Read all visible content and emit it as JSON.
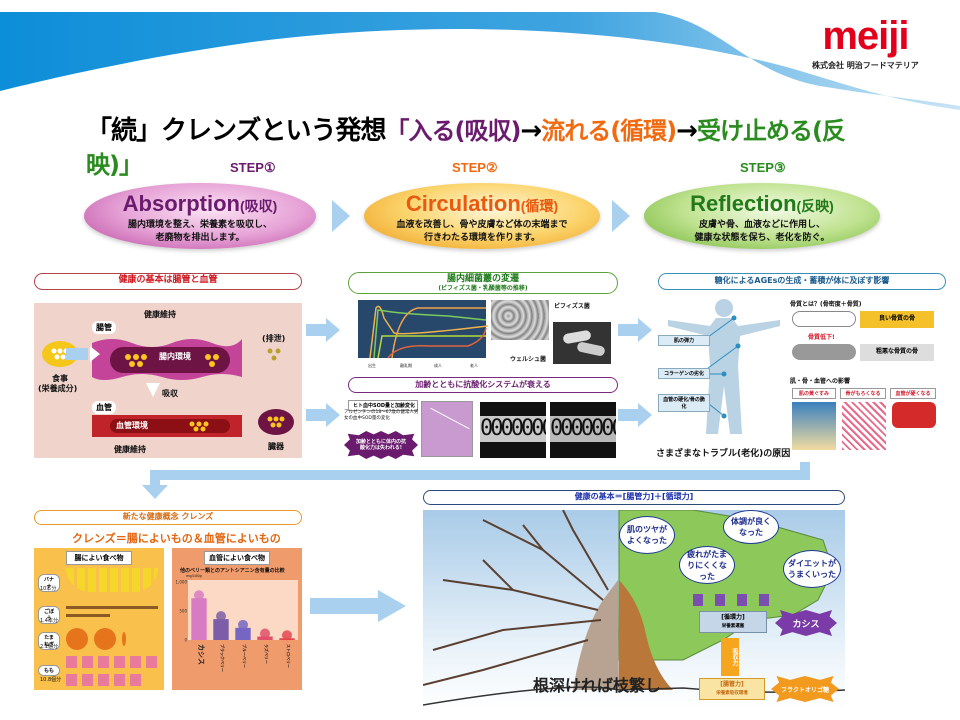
{
  "header": {
    "brand": "meiji",
    "company": "株式会社 明治フードマテリア",
    "title_part1": "「続」クレンズという発想",
    "title_part2": "「入る(吸収)",
    "arrow": "→",
    "title_part3": "流れる(循環)",
    "title_part4": "受け止める(反映)」",
    "colors": {
      "purple": "#6a1b6e",
      "orange": "#f26a10",
      "green": "#2a8c1e",
      "brand_red": "#e3001b"
    }
  },
  "steps": [
    {
      "label": "STEP①",
      "heading": "Absorption",
      "heading_jp": "(吸収)",
      "desc_line1": "腸内環境を整え、栄養素を吸収し、",
      "desc_line2": "老廃物を排出します。",
      "color": "#c450a8"
    },
    {
      "label": "STEP②",
      "heading": "Circulation",
      "heading_jp": "(循環)",
      "desc_line1": "血液を改善し、骨や皮膚など体の末端まで",
      "desc_line2": "行きわたる環境を作ります。",
      "color": "#f0a020"
    },
    {
      "label": "STEP③",
      "heading": "Reflection",
      "heading_jp": "(反映)",
      "desc_line1": "皮膚や骨、血液などに作用し、",
      "desc_line2": "健康な状態を保ち、老化を防ぐ。",
      "color": "#7cc242"
    }
  ],
  "panel_gut": {
    "title": "健康の基本は腸管と血管",
    "intestine_tag": "腸管",
    "blood_tag": "血管",
    "gut_env": "腸内環境",
    "blood_env": "血管環境",
    "food": "食事",
    "food_sub": "(栄養成分)",
    "absorb": "吸収",
    "top_label": "健康維持",
    "bottom_label": "健康維持",
    "excrete": "(排泄)",
    "organ": "臓器"
  },
  "panel_bacteria": {
    "title": "腸内細菌叢の変遷",
    "subtitle": "(ビフィズス菌・乳酸菌等の推移)",
    "bifido": "ビフィズス菌",
    "lacto": "ウェルシュ菌",
    "x_ticks": [
      "出生",
      "離乳期",
      "成人",
      "老人"
    ]
  },
  "panel_aging": {
    "title": "加齢とともに抗酸化システムが衰える",
    "box": "ヒト血中SOD量と加齢変化",
    "box_sub": "アルゼンチンの18〜67歳の健常人男女の血中SOD量の変化",
    "burst": "加齢とともに体内の抗酸化力は失われる!"
  },
  "panel_age": {
    "title": "糖化によるAGEsの生成・蓄積が体に及ぼす影響",
    "labels": [
      "肌の弾力",
      "コラーゲンの劣化",
      "血管の硬化/骨の脆化"
    ],
    "caption": "さまざまなトラブル(老化)の原因",
    "bone_title": "骨質とは？(骨密度＋骨質)",
    "bone_good": "良い骨質の骨",
    "bone_bad": "粗悪な骨質の骨",
    "bone_down": "骨質低下!",
    "skin_title": "肌・骨・血管への影響",
    "effects": [
      "肌の黄ぐすみ",
      "骨がもろくなる",
      "血管が硬くなる"
    ]
  },
  "panel_cleanse": {
    "title": "新たな健康概念 クレンズ",
    "slogan": "クレンズ＝腸によいもの＆血管によいもの",
    "gut_food_title": "腸によい食べ物",
    "gut_foods": [
      {
        "name": "バナナ",
        "amount": "10本分"
      },
      {
        "name": "ごぼう",
        "amount": "1.4本分"
      },
      {
        "name": "たまねぎ",
        "amount": "2.1個分"
      },
      {
        "name": "もも",
        "amount": "10.8個分"
      }
    ],
    "blood_food_title": "血管によい食べ物"
  },
  "chart_data": {
    "type": "bar",
    "title": "他のベリー類とのアントシアニン含有量の比較",
    "ylabel": "mg/100g",
    "ylim": [
      0,
      1000
    ],
    "y_ticks": [
      "0",
      "500",
      "1,000"
    ],
    "categories": [
      "カシス",
      "ブラックベリー",
      "ブルーベリー",
      "ラズベリー",
      "ストロベリー"
    ],
    "values": [
      720,
      360,
      210,
      60,
      30
    ],
    "colors": [
      "#d77bc4",
      "#7c5ea8",
      "#7466c2",
      "#e0506a",
      "#e4474d"
    ]
  },
  "panel_tree": {
    "title": "健康の基本＝[腸管力]＋[循環力]",
    "bubbles": [
      "肌のツヤがよくなった",
      "疲れがたまりにくくなった",
      "体調が良くなった",
      "ダイエットがうまくいった"
    ],
    "upper_box": "[循環力]",
    "upper_box_sub": "栄養素運搬",
    "lower_box": "[腸管力]",
    "lower_box_sub": "栄養素吸収環境",
    "up_arrow": "吸収力",
    "cassis": "カシス",
    "fructo": "フラクトオリゴ糖",
    "proverb": "根深ければ枝繁し"
  }
}
